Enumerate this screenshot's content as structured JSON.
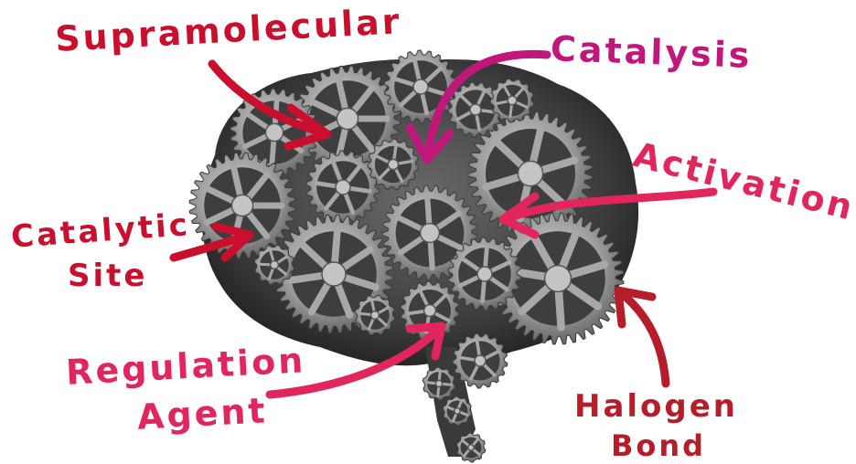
{
  "labels": {
    "supramolecular": "Supramolecular",
    "catalysis": "Catalysis",
    "activation": "Activation",
    "catalytic_site_line1": "Catalytic",
    "catalytic_site_line2": "Site",
    "regulation_agent_line1": "Regulation",
    "regulation_agent_line2": "Agent",
    "halogen_bond_line1": "Halogen",
    "halogen_bond_line2": "Bond"
  },
  "colors": {
    "red": "#c8102e",
    "magenta": "#c0187a",
    "pink": "#e0265c",
    "dark_red": "#b51d2a",
    "brain": "#4a4a4a",
    "gear": "#9a9a9a"
  }
}
